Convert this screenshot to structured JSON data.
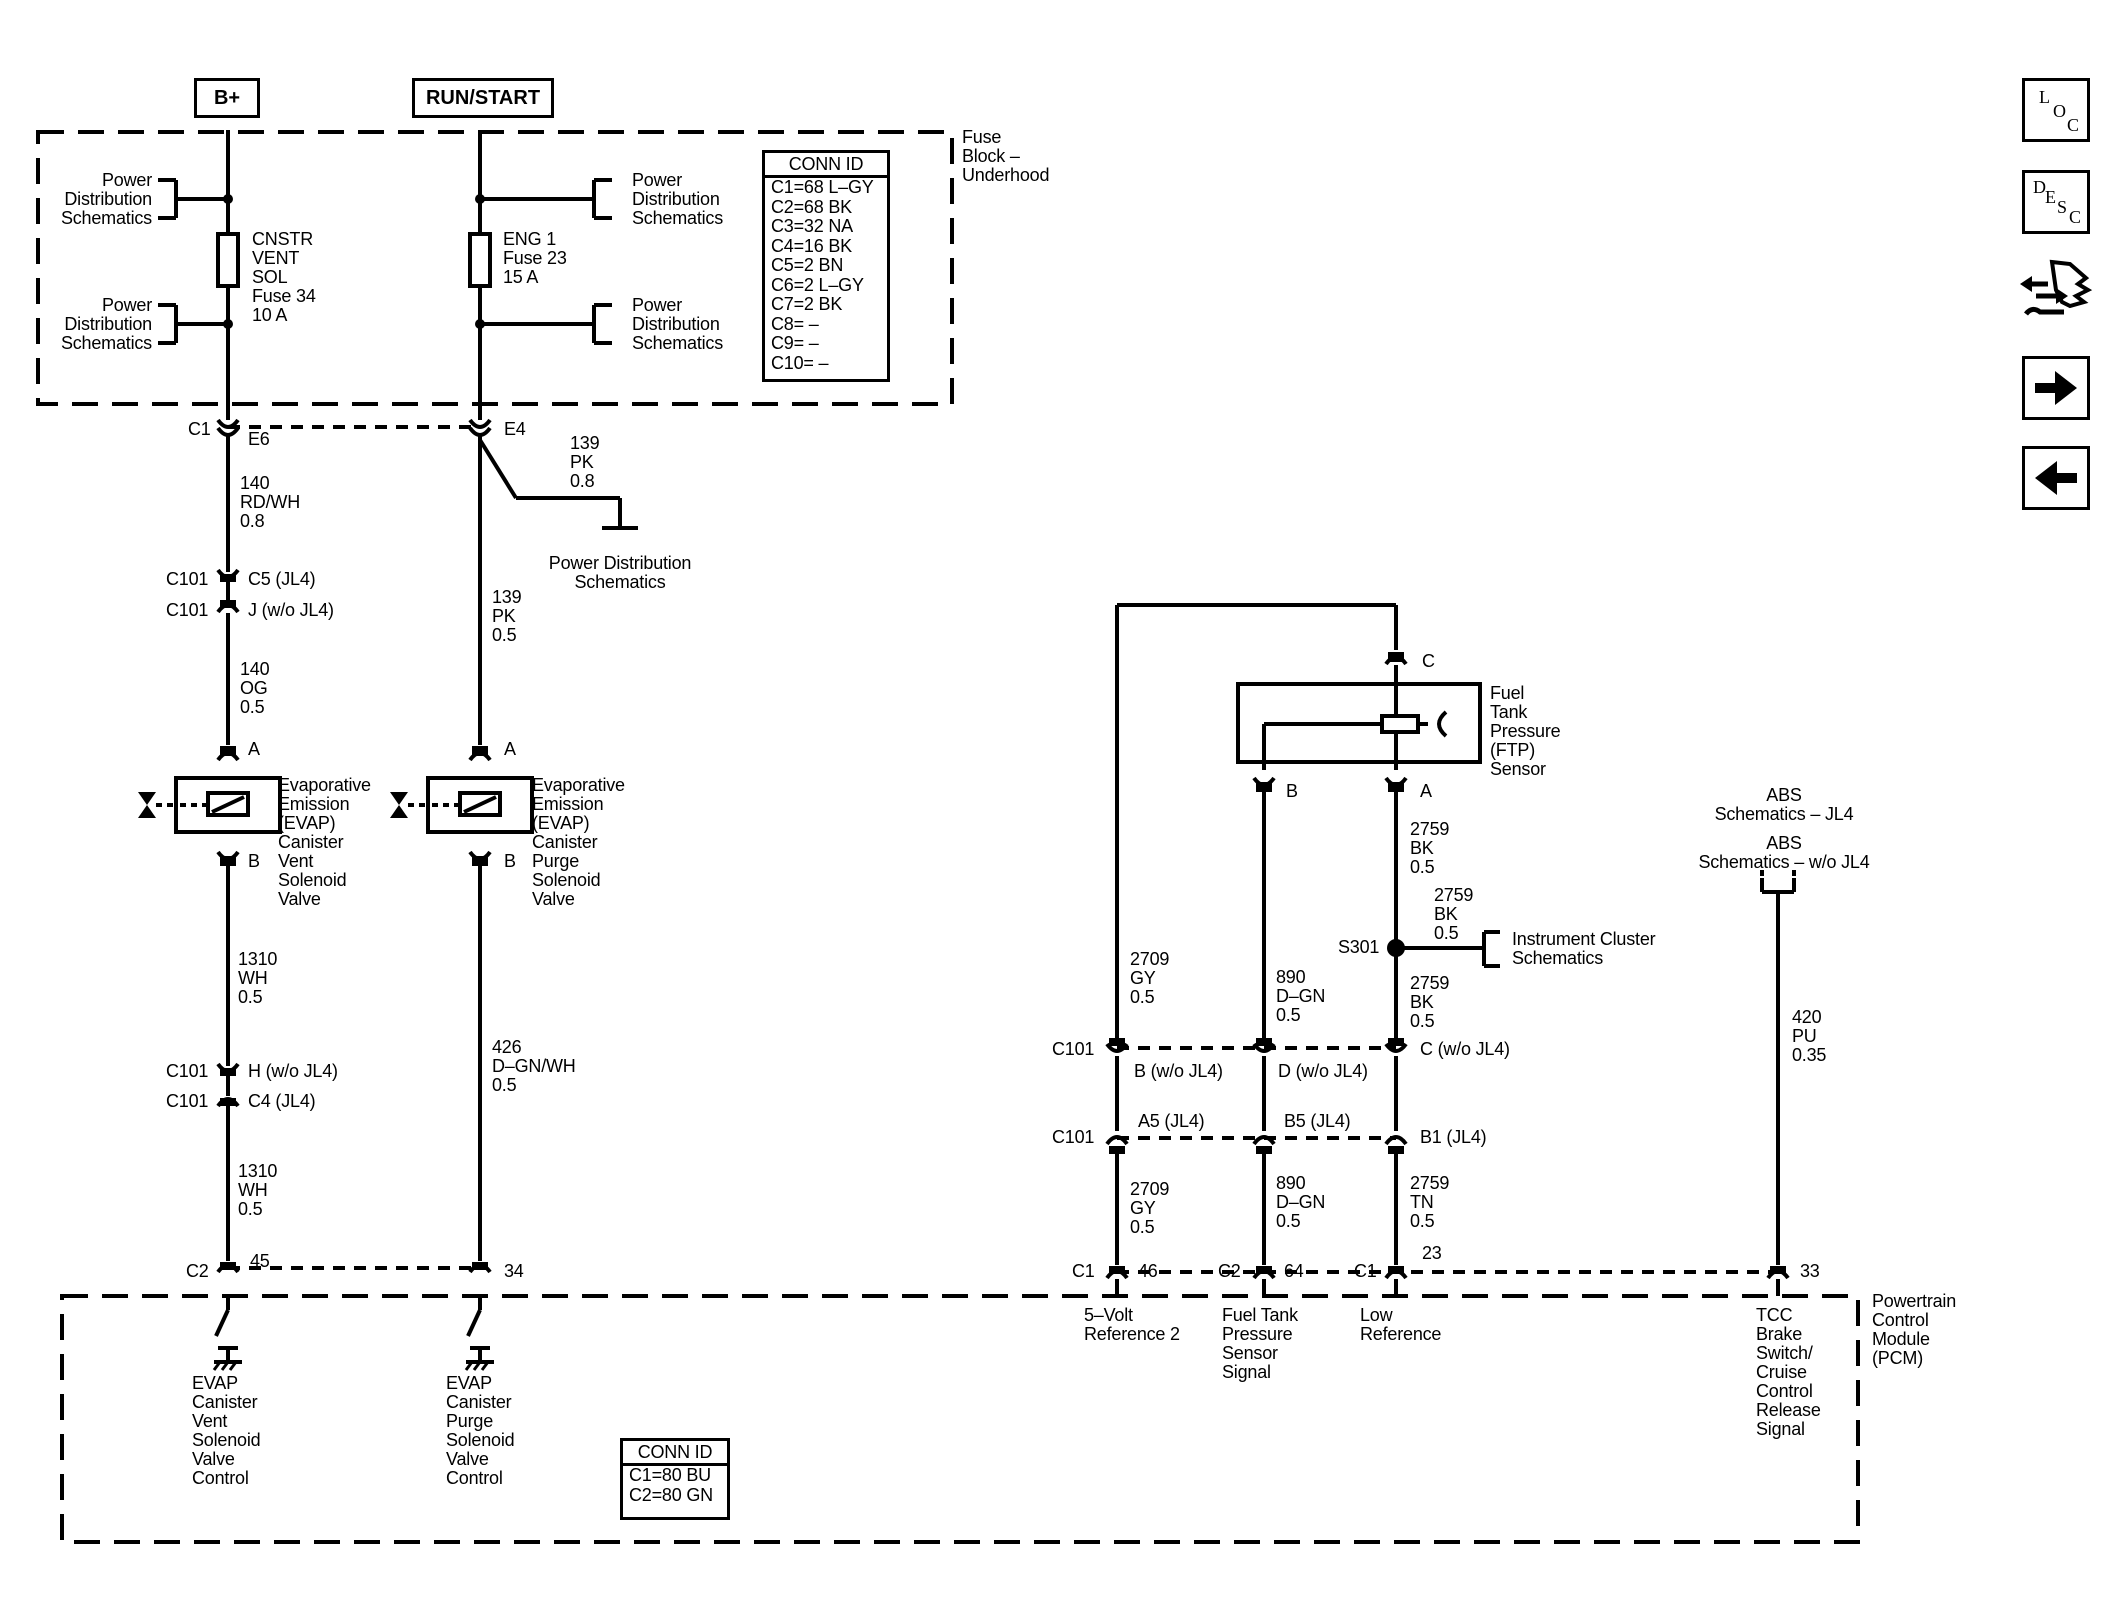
{
  "supplies": {
    "bplus": "B+",
    "runstart": "RUN/START"
  },
  "fuse_block": {
    "label": "Fuse\nBlock –\nUnderhood",
    "pd_tl": "Power\nDistribution\nSchematics",
    "pd_bl": "Power\nDistribution\nSchematics",
    "pd_tr": "Power\nDistribution\nSchematics",
    "pd_br": "Power\nDistribution\nSchematics",
    "fuse34": "CNSTR\nVENT\nSOL\nFuse 34\n10 A",
    "fuse23": "ENG 1\nFuse 23\n15 A",
    "conn_title": "CONN ID",
    "conn_lines": "C1=68 L–GY\nC2=68 BK\nC3=32 NA\nC4=16 BK\nC5=2 BN\nC6=2 L–GY\nC7=2 BK\nC8= –\nC9= –\nC10= –"
  },
  "connectors": {
    "c1_left": "C1",
    "e6": "E6",
    "e4": "E4",
    "c101_1": "C101",
    "c5": "C5 (JL4)",
    "c101_2": "C101",
    "j": "J (w/o JL4)",
    "a_vent": "A",
    "b_vent": "B",
    "a_purge": "A",
    "b_purge": "B",
    "c101_3": "C101",
    "h": "H (w/o JL4)",
    "c101_4": "C101",
    "c4": "C4 (JL4)",
    "c2_left": "C2",
    "p45": "45",
    "p34": "34",
    "c_ftp": "C",
    "b_ftp": "B",
    "a_ftp": "A",
    "c101_r1": "C101",
    "c101_r2": "C101",
    "b_wo": "B (w/o JL4)",
    "d_wo": "D (w/o JL4)",
    "c_wo": "C (w/o JL4)",
    "a5": "A5 (JL4)",
    "b5": "B5 (JL4)",
    "b1": "B1 (JL4)",
    "c1_46": "C1",
    "p46": "46",
    "c2_64": "C2",
    "p64": "64",
    "c1_23": "C1",
    "p23": "23",
    "p33": "33",
    "s301": "S301"
  },
  "wires": {
    "w140_rdwh": "140\nRD/WH\n0.8",
    "w139_pk_08": "139\nPK\n0.8",
    "w139_pk_05": "139\nPK\n0.5",
    "w140_og": "140\nOG\n0.5",
    "w1310_a": "1310\nWH\n0.5",
    "w426": "426\nD–GN/WH\n0.5",
    "w1310_b": "1310\nWH\n0.5",
    "w2709_a": "2709\nGY\n0.5",
    "w890_a": "890\nD–GN\n0.5",
    "w2759_a": "2759\nBK\n0.5",
    "w2759_b": "2759\nBK\n0.5",
    "w2759_c": "2759\nBK\n0.5",
    "w2709_b": "2709\nGY\n0.5",
    "w890_b": "890\nD–GN\n0.5",
    "w2759_tn": "2759\nTN\n0.5",
    "w420": "420\nPU\n0.35"
  },
  "components": {
    "pd_mid": "Power Distribution\nSchematics",
    "vent_valve": "Evaporative\nEmission\n(EVAP)\nCanister\nVent\nSolenoid\nValve",
    "purge_valve": "Evaporative\nEmission\n(EVAP)\nCanister\nPurge\nSolenoid\nValve",
    "ftp_sensor": "Fuel\nTank\nPressure\n(FTP)\nSensor",
    "abs_jl4": "ABS\nSchematics – JL4",
    "abs_wo": "ABS\nSchematics – w/o JL4",
    "instrument": "Instrument Cluster\nSchematics"
  },
  "pcm": {
    "label": "Powertrain\nControl\nModule\n(PCM)",
    "vent_ctrl": "EVAP\nCanister\nVent\nSolenoid\nValve\nControl",
    "purge_ctrl": "EVAP\nCanister\nPurge\nSolenoid\nValve\nControl",
    "ref5v": "5–Volt\nReference 2",
    "ftp_signal": "Fuel Tank\nPressure\nSensor\nSignal",
    "low_ref": "Low\nReference",
    "tcc": "TCC\nBrake\nSwitch/\nCruise\nControl\nRelease\nSignal",
    "conn_title": "CONN ID",
    "conn_lines": "C1=80 BU\nC2=80 GN"
  },
  "nav": {
    "loc": {
      "l": "L",
      "o": "O",
      "c": "C"
    },
    "desc": {
      "d": "D",
      "e": "E",
      "s": "S",
      "c": "C"
    },
    "icons": [
      "loc-icon",
      "desc-icon",
      "connector-hand-icon",
      "arrow-right-icon",
      "arrow-left-icon"
    ]
  }
}
